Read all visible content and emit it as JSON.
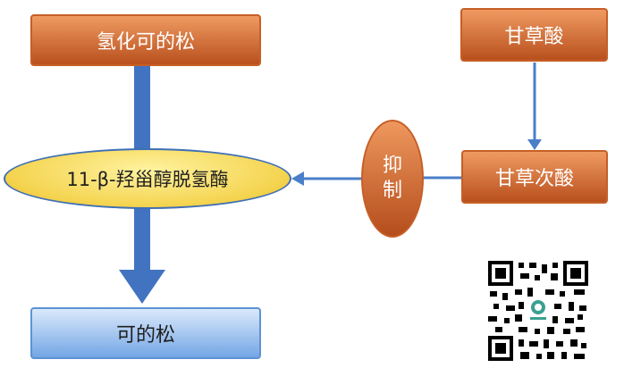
{
  "nodes": {
    "hydrocortisone": "氢化可的松",
    "glycyrrhizin": "甘草酸",
    "glycyrrhetinic_acid": "甘草次酸",
    "enzyme": "11-β-羟甾醇脱氢酶",
    "inhibit_line1": "抑",
    "inhibit_line2": "制",
    "cortisone": "可的松"
  },
  "colors": {
    "arrow_blue": "#3f6fb5",
    "thin_arrow": "#4a7fc9",
    "orange": "#c65f27"
  },
  "icons": {
    "qr": "qr-code-icon"
  }
}
